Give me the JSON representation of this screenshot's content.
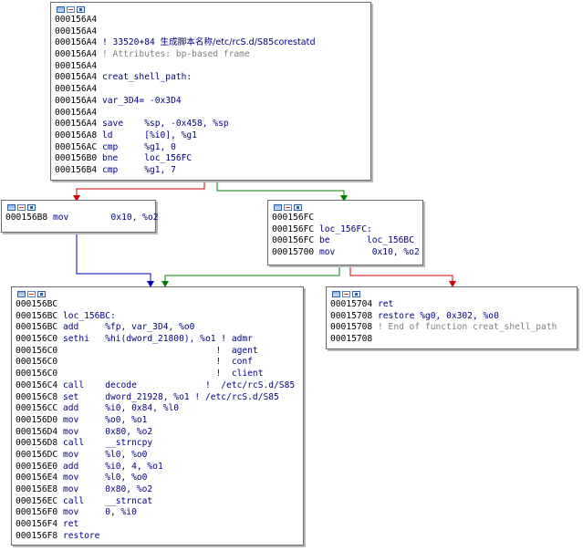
{
  "colors": {
    "edge_false": "#d00000",
    "edge_true": "#008000",
    "edge_jump": "#0000c0"
  },
  "nodes": {
    "top": {
      "lines": [
        {
          "addr": "000156A4",
          "text": ""
        },
        {
          "addr": "000156A4",
          "text": ""
        },
        {
          "addr": "000156A4",
          "text": " ! 33520+84 ",
          "cjk": "生成脚本名称/etc/rcS.d/S85corestatd"
        },
        {
          "addr": "000156A4",
          "text": " ! Attributes: bp-based frame",
          "kind": "cmt"
        },
        {
          "addr": "000156A4",
          "text": ""
        },
        {
          "addr": "000156A4",
          "text": " creat_shell_path:"
        },
        {
          "addr": "000156A4",
          "text": ""
        },
        {
          "addr": "000156A4",
          "text": " var_3D4= -0x3D4"
        },
        {
          "addr": "000156A4",
          "text": ""
        },
        {
          "addr": "000156A4",
          "text": " save    %sp, -0x458, %sp"
        },
        {
          "addr": "000156A8",
          "text": " ld      [%i0], %g1"
        },
        {
          "addr": "000156AC",
          "text": " cmp     %g1, 0"
        },
        {
          "addr": "000156B0",
          "text": " bne     loc_156FC"
        },
        {
          "addr": "000156B4",
          "text": " cmp     %g1, 7"
        }
      ]
    },
    "left_small": {
      "lines": [
        {
          "addr": "000156B8",
          "text": " mov        0x10, %o2"
        }
      ]
    },
    "right_mid": {
      "lines": [
        {
          "addr": "000156FC",
          "text": ""
        },
        {
          "addr": "000156FC",
          "text": " loc_156FC:"
        },
        {
          "addr": "000156FC",
          "text": " be       loc_156BC"
        },
        {
          "addr": "00015700",
          "text": " mov       0x10, %o2"
        }
      ]
    },
    "bottom_left": {
      "lines": [
        {
          "addr": "000156BC",
          "text": ""
        },
        {
          "addr": "000156BC",
          "text": " loc_156BC:"
        },
        {
          "addr": "000156BC",
          "text": " add     %fp, var_3D4, %o0"
        },
        {
          "addr": "000156C0",
          "text": " sethi   %hi(dword_21800), %o1 ! admr"
        },
        {
          "addr": "000156C0",
          "text": "                              !  agent"
        },
        {
          "addr": "000156C0",
          "text": "                              !  conf"
        },
        {
          "addr": "000156C0",
          "text": "                              !  client"
        },
        {
          "addr": "000156C4",
          "text": " call    decode             !  /etc/rcS.d/S85"
        },
        {
          "addr": "000156C8",
          "text": " set     dword_21928, %o1 ! /etc/rcS.d/S85"
        },
        {
          "addr": "000156CC",
          "text": " add     %i0, 0x84, %l0"
        },
        {
          "addr": "000156D0",
          "text": " mov     %o0, %o1"
        },
        {
          "addr": "000156D4",
          "text": " mov     0x80, %o2"
        },
        {
          "addr": "000156D8",
          "text": " call    __strncpy"
        },
        {
          "addr": "000156DC",
          "text": " mov     %l0, %o0"
        },
        {
          "addr": "000156E0",
          "text": " add     %i0, 4, %o1"
        },
        {
          "addr": "000156E4",
          "text": " mov     %l0, %o0"
        },
        {
          "addr": "000156E8",
          "text": " mov     0x80, %o2"
        },
        {
          "addr": "000156EC",
          "text": " call    __strncat"
        },
        {
          "addr": "000156F0",
          "text": " mov     0, %i0"
        },
        {
          "addr": "000156F4",
          "text": " ret"
        },
        {
          "addr": "000156F8",
          "text": " restore"
        }
      ]
    },
    "bottom_right": {
      "lines": [
        {
          "addr": "00015704",
          "text": " ret"
        },
        {
          "addr": "00015708",
          "text": " restore %g0, 0x302, %o0"
        },
        {
          "addr": "00015708",
          "text": " ! End of function creat_shell_path",
          "kind": "cmt"
        },
        {
          "addr": "00015708",
          "text": ""
        }
      ]
    }
  }
}
